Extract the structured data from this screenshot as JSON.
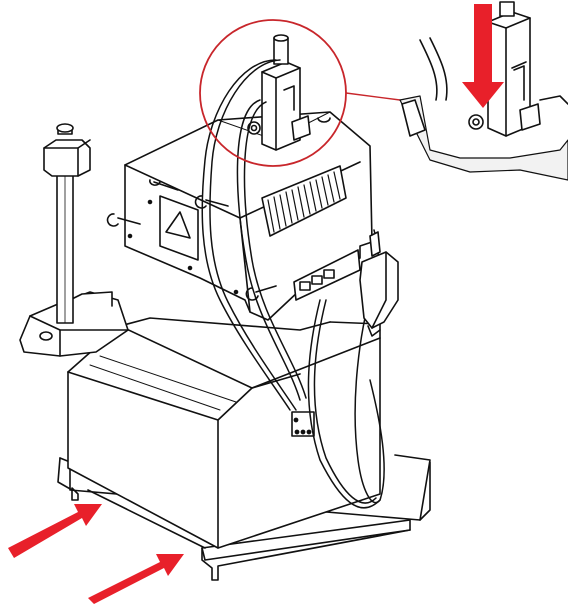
{
  "figure": {
    "subject": "machine-assembly-illustration",
    "style": "line-drawing",
    "colors": {
      "background": "#ffffff",
      "line": "#111111",
      "fill_light": "#ffffff",
      "fill_shade": "#f2f2f2",
      "accent": "#e8202a"
    },
    "callouts": [
      {
        "kind": "detail-circle",
        "target": "valve-block"
      },
      {
        "kind": "detail-inset",
        "content": "valve-block-close-up"
      }
    ],
    "arrows": [
      {
        "direction": "down",
        "location": "detail-inset"
      },
      {
        "direction": "up-right",
        "location": "bottom-left"
      },
      {
        "direction": "up-right",
        "location": "bottom-center"
      }
    ]
  }
}
